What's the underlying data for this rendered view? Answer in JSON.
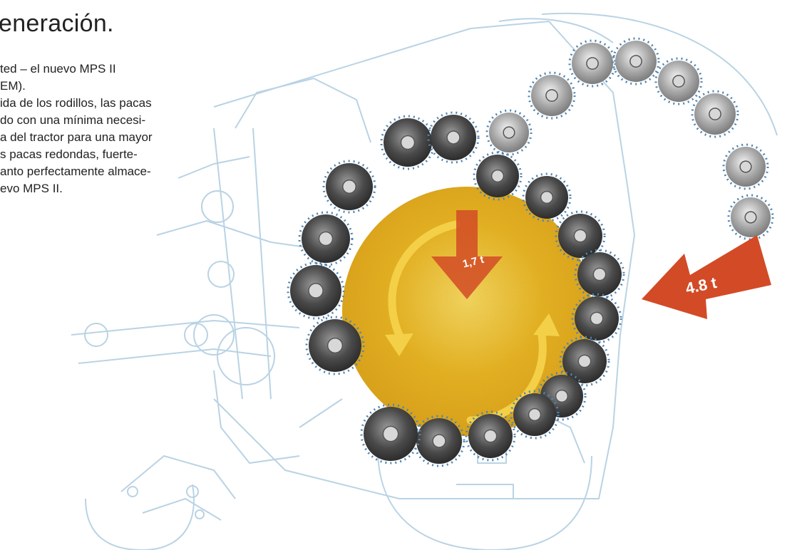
{
  "page": {
    "heading": "eneración.",
    "paragraph_lines": [
      "ted – el nuevo MPS II",
      "EM).",
      "ida de los rodillos, las pacas",
      "do con una mínima necesi-",
      "a del tractor para una mayor",
      "s pacas redondas, fuerte-",
      "anto perfectamente almace-",
      "evo MPS II."
    ]
  },
  "diagram": {
    "type": "baler-cross-section",
    "bale_load_label": "1,7 t",
    "arm_load_label": "4.8 t",
    "colors": {
      "bale": "#e6ad16",
      "bale_highlight": "#f7d860",
      "arrow": "#d24b26",
      "roller_dark": "#4a4a4a",
      "roller_light": "#a8a8a8",
      "outline": "#b9d3e4",
      "chain": "#4f86b4"
    }
  }
}
